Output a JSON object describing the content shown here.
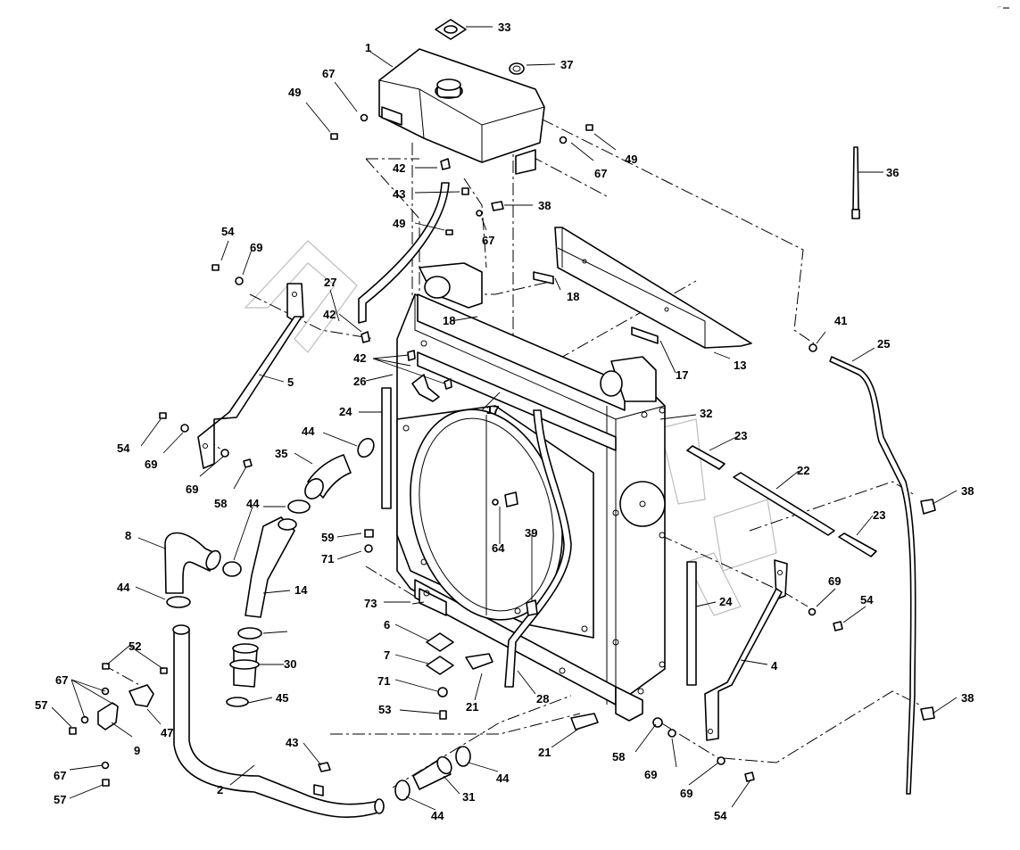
{
  "diagram": {
    "corner_mark": "⌐ ▬",
    "part_labels": [
      "33",
      "1",
      "37",
      "67",
      "49",
      "67",
      "49",
      "42",
      "43",
      "38",
      "49",
      "67",
      "36",
      "54",
      "69",
      "27",
      "42",
      "18",
      "18",
      "5",
      "42",
      "26",
      "17",
      "41",
      "25",
      "13",
      "17",
      "24",
      "32",
      "54",
      "69",
      "69",
      "58",
      "44",
      "35",
      "17",
      "23",
      "22",
      "23",
      "38",
      "44",
      "8",
      "14",
      "59",
      "71",
      "39",
      "64",
      "24",
      "69",
      "54",
      "44",
      "73",
      "4",
      "6",
      "52",
      "30",
      "7",
      "67",
      "57",
      "45",
      "71",
      "28",
      "21",
      "53",
      "9",
      "47",
      "58",
      "69",
      "38",
      "69",
      "21",
      "43",
      "67",
      "44",
      "31",
      "2",
      "57",
      "44",
      "54"
    ]
  }
}
